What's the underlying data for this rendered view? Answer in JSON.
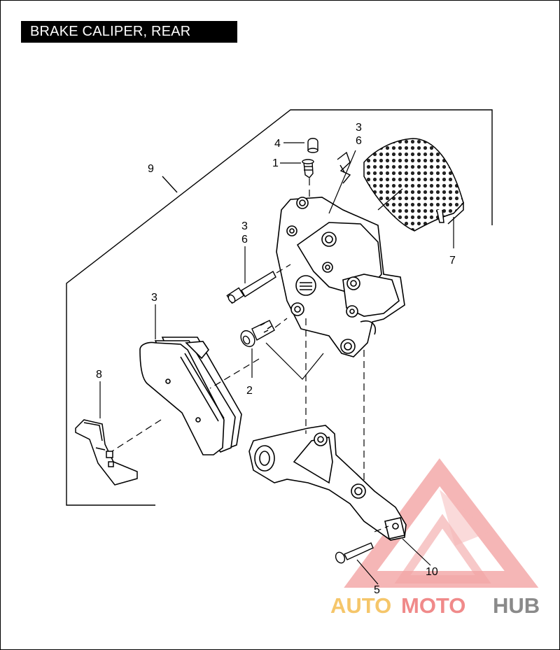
{
  "title": "BRAKE CALIPER, REAR",
  "callouts": {
    "c1": "1",
    "c2": "2",
    "c3a": "3",
    "c3b": "3",
    "c3c": "3",
    "c4": "4",
    "c5": "5",
    "c6a": "6",
    "c6b": "6",
    "c7": "7",
    "c8": "8",
    "c9": "9",
    "c10": "10"
  },
  "watermark": {
    "part1": "AUTO",
    "part2": "MOTO",
    "part3": "HUB",
    "color_orange": "#f5c66a",
    "color_red": "#f08a8a",
    "color_gray": "#8a8a8a"
  }
}
